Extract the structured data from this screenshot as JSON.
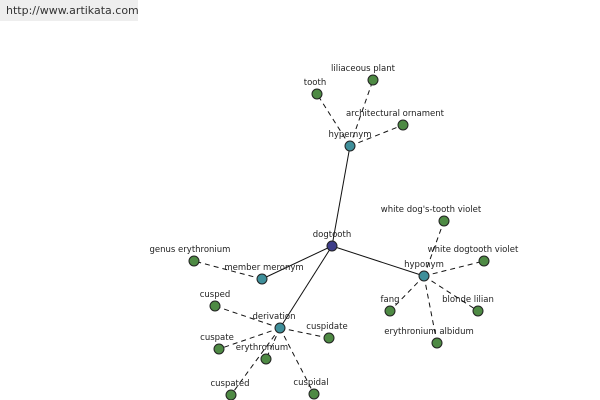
{
  "site_link": "http://www.artikata.com",
  "colors": {
    "root": "#3d3d88",
    "relation": "#3f8f9a",
    "leaf": "#4e8a44",
    "edge": "#111111"
  },
  "graph": {
    "root": {
      "id": "dogtooth",
      "label": "dogtooth"
    },
    "relations": [
      {
        "id": "hypernym",
        "label": "hypernym",
        "children": [
          "liliaceous plant",
          "tooth",
          "architectural ornament"
        ]
      },
      {
        "id": "hyponym",
        "label": "hyponym",
        "children": [
          "white dog's-tooth violet",
          "white dogtooth violet",
          "fang",
          "blonde lilian",
          "erythronium albidum"
        ]
      },
      {
        "id": "member-meronym",
        "label": "member meronym",
        "children": [
          "genus erythronium"
        ]
      },
      {
        "id": "derivation",
        "label": "derivation",
        "children": [
          "cusped",
          "cuspidate",
          "cuspate",
          "erythronium",
          "cuspated",
          "cuspidal"
        ]
      }
    ]
  }
}
